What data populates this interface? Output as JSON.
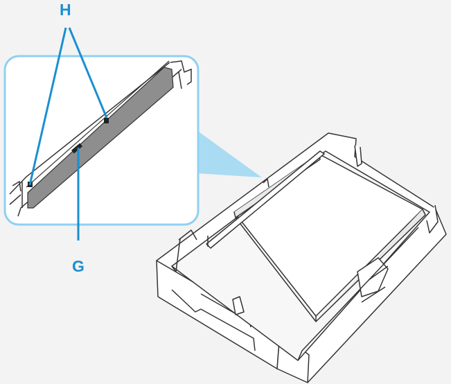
{
  "labels": {
    "h": "H",
    "g": "G"
  },
  "colors": {
    "callout": "#1a8fd0",
    "zoom_border": "#8fd0f0",
    "zoom_beam": "#a9dcf2",
    "background": "#f3f3f4",
    "tray_outline": "#333333",
    "tray_fill": "#ffffff",
    "paper_edge": "#8a8a8a"
  },
  "objects": {
    "zoom_panel": "magnified-view-of-tray-guide",
    "tray": "paper-cassette-with-paper-loaded"
  }
}
